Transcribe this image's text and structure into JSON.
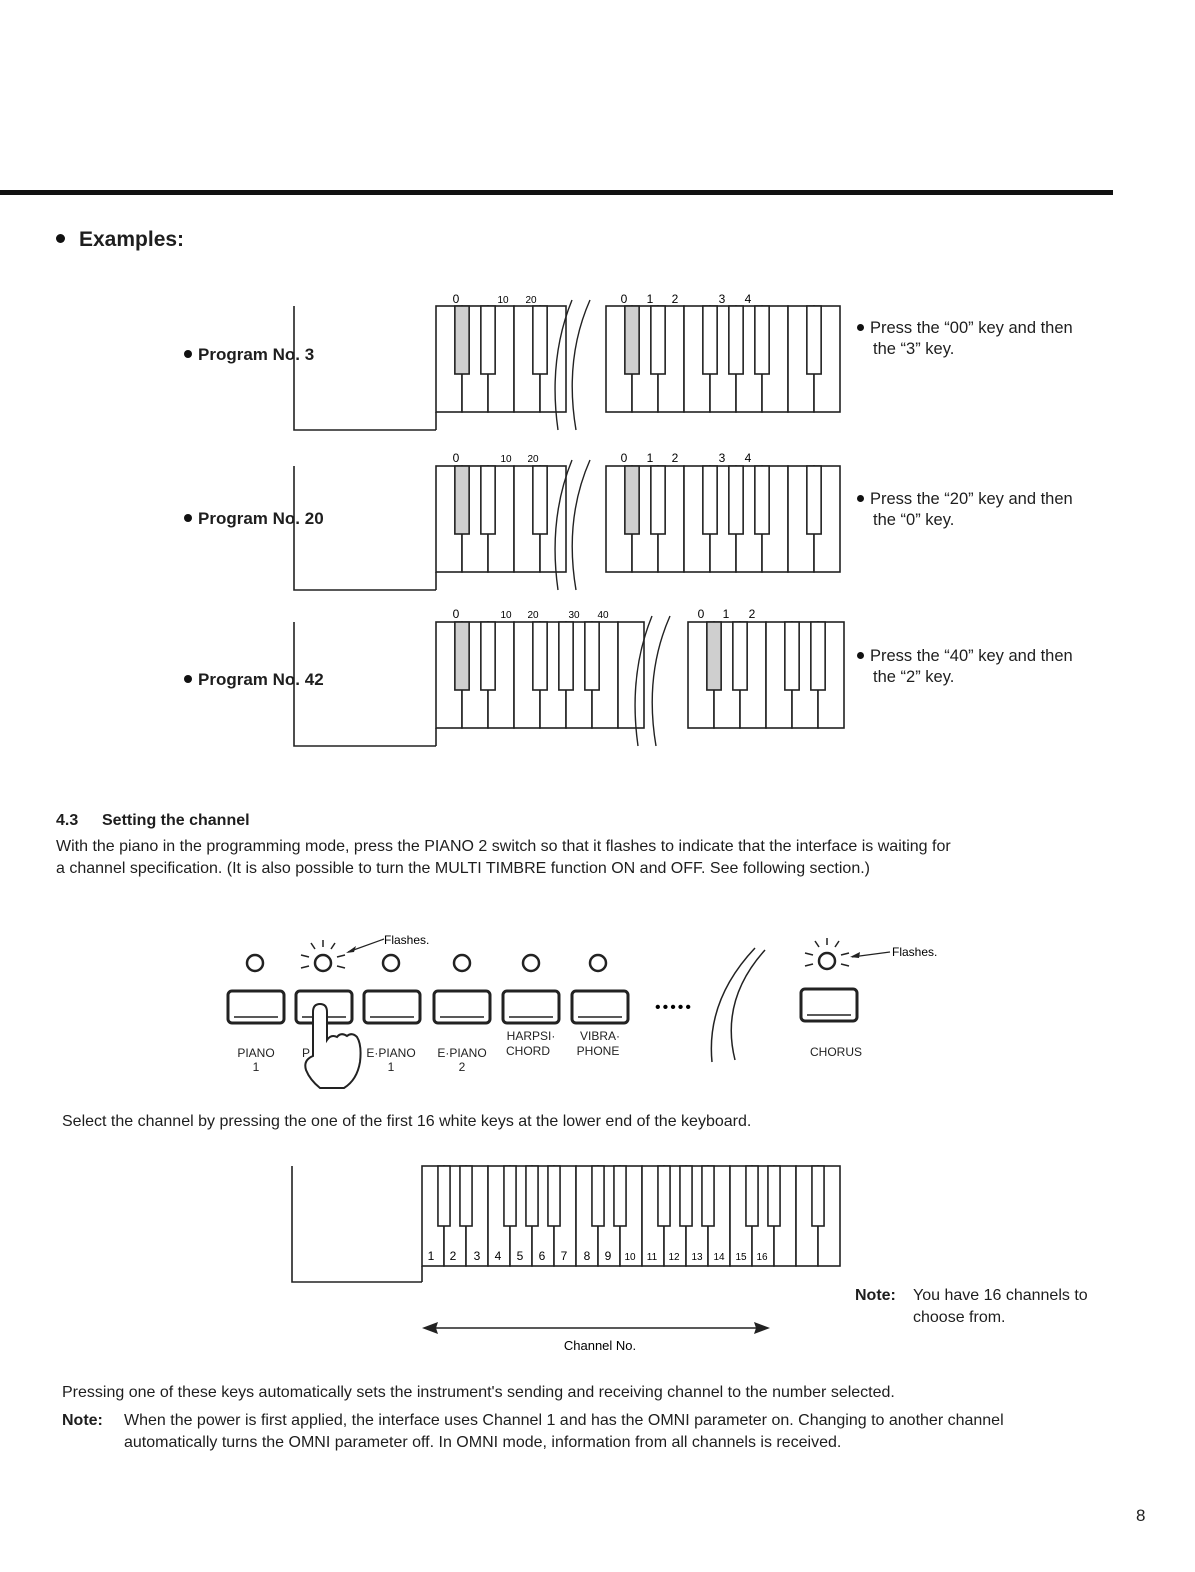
{
  "examples_heading": "Examples:",
  "examples": [
    {
      "program_label": "Program No. 3",
      "key_labels_left": [
        "0",
        "10",
        "20"
      ],
      "key_labels_right": [
        "0",
        "1",
        "2",
        "3",
        "4"
      ],
      "instruction_line1": "Press the “00” key and then",
      "instruction_line2": "the “3” key."
    },
    {
      "program_label": "Program No. 20",
      "key_labels_left": [
        "0",
        "10",
        "20"
      ],
      "key_labels_right": [
        "0",
        "1",
        "2",
        "3",
        "4"
      ],
      "instruction_line1": "Press the “20” key and then",
      "instruction_line2": "the “0” key."
    },
    {
      "program_label": "Program No. 42",
      "key_labels_left": [
        "0",
        "10",
        "20",
        "30",
        "40"
      ],
      "key_labels_right": [
        "0",
        "1",
        "2"
      ],
      "instruction_line1": "Press the “40” key and then",
      "instruction_line2": "the “2” key."
    }
  ],
  "section": {
    "number": "4.3",
    "title": "Setting the channel",
    "paragraph_line1": "With the piano in the programming mode, press the PIANO 2 switch so that it flashes to indicate that the interface is waiting for",
    "paragraph_line2": "a channel specification. (It is also possible to turn the MULTI TIMBRE function ON and OFF. See following section.)"
  },
  "panel": {
    "flashes_label": "Flashes.",
    "flashes_label_right": "Flashes.",
    "buttons": [
      {
        "line1": "",
        "line2": "PIANO",
        "line3": "1"
      },
      {
        "line1": "",
        "line2": "P",
        "line3": ""
      },
      {
        "line1": "",
        "line2": "E·PIANO",
        "line3": "1"
      },
      {
        "line1": "",
        "line2": "E·PIANO",
        "line3": "2"
      },
      {
        "line1": "HARPSI·",
        "line2": "CHORD",
        "line3": ""
      },
      {
        "line1": "VIBRA·",
        "line2": "PHONE",
        "line3": ""
      }
    ],
    "chorus_label": "CHORUS",
    "dots": "•••••"
  },
  "select_text": "Select the channel by pressing the one of the first 16 white keys at the lower end of the keyboard.",
  "channel_numbers": [
    "1",
    "2",
    "3",
    "4",
    "5",
    "6",
    "7",
    "8",
    "9",
    "10",
    "11",
    "12",
    "13",
    "14",
    "15",
    "16"
  ],
  "channel_axis_label": "Channel No.",
  "side_note": {
    "label": "Note:",
    "line1": "You have 16 channels to",
    "line2": "choose from."
  },
  "pressing_text": "Pressing one of these keys automatically sets the instrument's sending and receiving channel to the number selected.",
  "final_note": {
    "label": "Note:",
    "line1": "When the power is first applied, the interface uses Channel 1 and has the OMNI parameter on. Changing to another channel",
    "line2": "automatically turns the OMNI parameter off. In OMNI mode, information from all channels is received."
  },
  "page_number": "8"
}
